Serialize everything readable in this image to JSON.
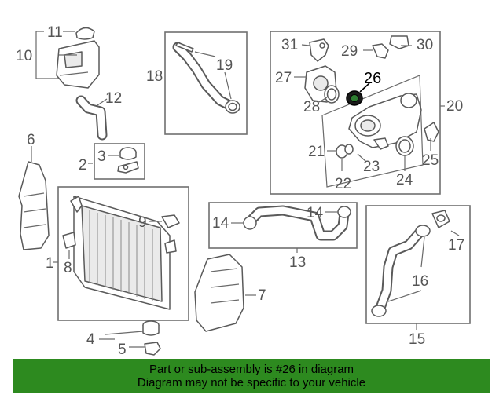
{
  "callouts": {
    "c1": "1",
    "c2": "2",
    "c3": "3",
    "c4": "4",
    "c5": "5",
    "c6": "6",
    "c7": "7",
    "c8": "8",
    "c9": "9",
    "c10": "10",
    "c11": "11",
    "c12": "12",
    "c13": "13",
    "c14a": "14",
    "c14b": "14",
    "c15": "15",
    "c16": "16",
    "c17": "17",
    "c18": "18",
    "c19": "19",
    "c20": "20",
    "c21": "21",
    "c22": "22",
    "c23": "23",
    "c24": "24",
    "c25": "25",
    "c26": "26",
    "c27": "27",
    "c28": "28",
    "c29": "29",
    "c30": "30",
    "c31": "31"
  },
  "highlighted_part": "26",
  "banner": {
    "line1": "Part or sub-assembly is #26 in diagram",
    "line2": "Diagram may not be specific to your vehicle",
    "color": "#2d8a1f"
  }
}
